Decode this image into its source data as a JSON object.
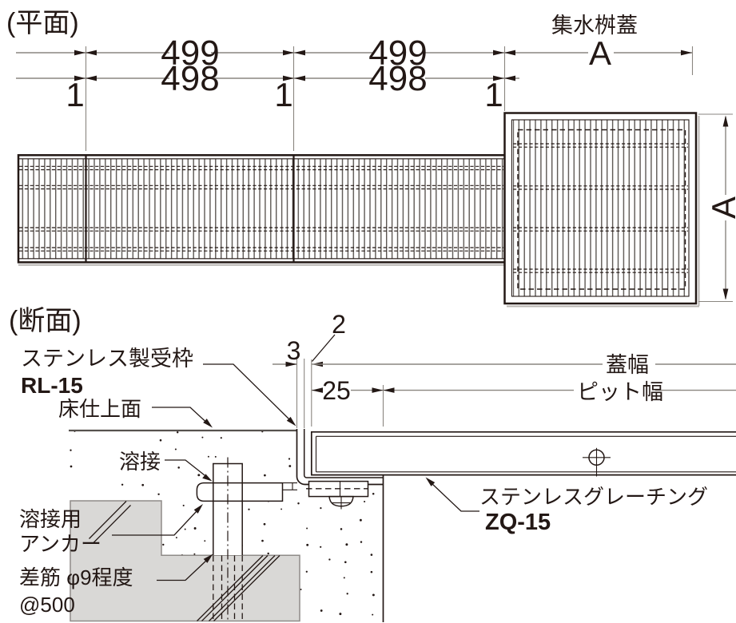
{
  "colors": {
    "ink": "#231815",
    "dim_line": "#8a8680",
    "concrete_fill": "#d9d8d6",
    "shadow": "#b9b6b2",
    "bar_line": "#5d5854"
  },
  "plan": {
    "title": "(平面)",
    "pit_cover_label": "集水桝蓋",
    "dim_top_1": "499",
    "dim_top_2": "499",
    "dim_bot_1": "498",
    "dim_bot_2": "498",
    "joint_gaps": [
      "1",
      "1",
      "1"
    ],
    "cover_width_horizontal": "A",
    "cover_width_vertical": "A"
  },
  "section": {
    "title": "(断面)",
    "frame_label": "ステンレス製受枠",
    "frame_model": "RL-15",
    "floor_label": "床仕上面",
    "weld_label": "溶接",
    "weld_anchor_line1": "溶接用",
    "weld_anchor_line2": "アンカー",
    "rebar_line1": "差筋 φ9程度",
    "rebar_line2": "@500",
    "grating_label": "ステンレスグレーチング",
    "grating_model": "ZQ-15",
    "cover_width_label": "蓋幅",
    "pit_width_label": "ピット幅",
    "dim_frame_thickness": "3",
    "dim_clearance": "2",
    "dim_edge_bearing": "25"
  }
}
